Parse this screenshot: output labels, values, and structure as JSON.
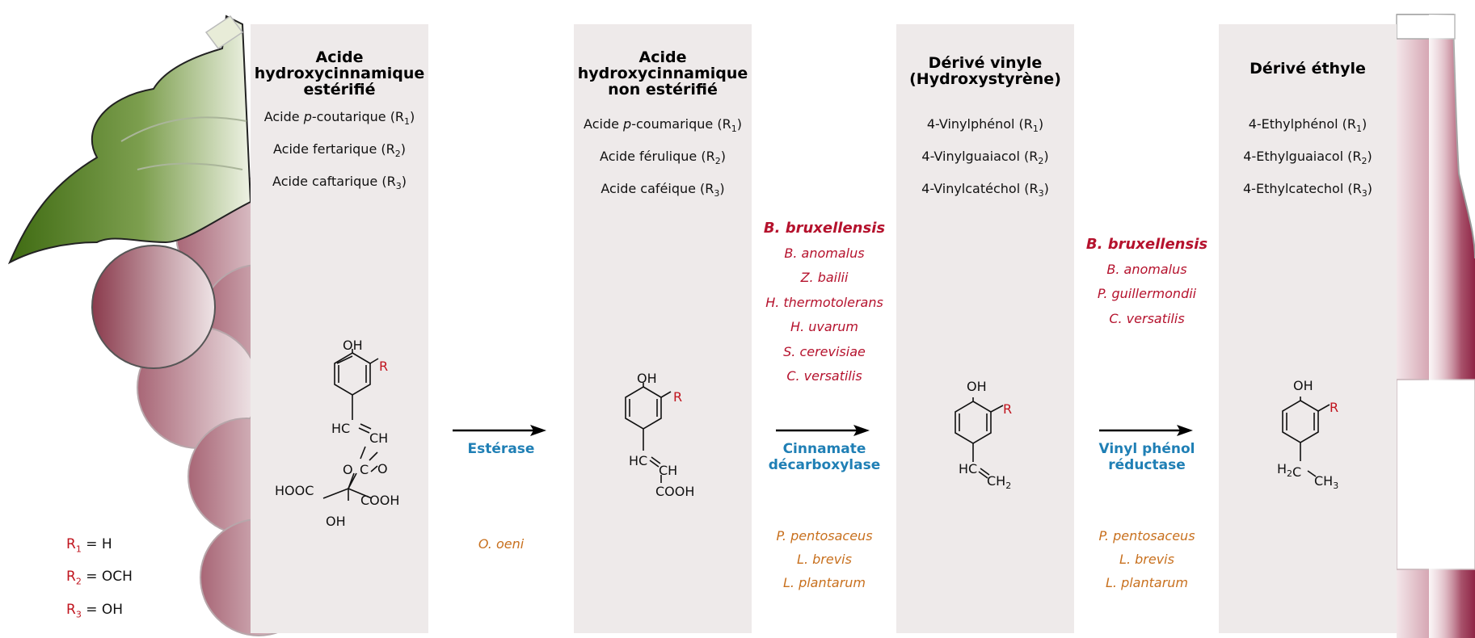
{
  "columns": [
    {
      "title_lines": [
        "Acide",
        "hydroxycinnamique",
        "estérifié"
      ],
      "compounds": [
        "Acide p-coutarique (R1)",
        "Acide fertarique (R2)",
        "Acide caftarique (R3)"
      ]
    },
    {
      "title_lines": [
        "Acide",
        "hydroxycinnamique",
        "non estérifié"
      ],
      "compounds": [
        "Acide p-coumarique (R1)",
        "Acide férulique (R2)",
        "Acide caféique (R3)"
      ]
    },
    {
      "title_lines": [
        "Dérivé vinyle",
        "(Hydroxystyrène)"
      ],
      "compounds": [
        "4-Vinylphénol (R1)",
        "4-Vinylguaiacol (R2)",
        "4-Vinylcatéchol (R3)"
      ]
    },
    {
      "title_lines": [
        "Dérivé éthyle"
      ],
      "compounds": [
        "4-Ethylphénol (R1)",
        "4-Ethylguaiacol (R2)",
        "4-Ethylcatechol (R3)"
      ]
    }
  ],
  "steps": [
    {
      "enzyme_lines": [
        "Estérase"
      ],
      "yeasts": [],
      "bacteria": [
        "O. oeni"
      ]
    },
    {
      "enzyme_lines": [
        "Cinnamate",
        "décarboxylase"
      ],
      "yeasts": [
        "B. bruxellensis",
        "B. anomalus",
        "Z. bailii",
        "H. thermotolerans",
        "H. uvarum",
        "S. cerevisiae",
        "C. versatilis"
      ],
      "bacteria": [
        "P. pentosaceus",
        "L. brevis",
        "L. plantarum"
      ]
    },
    {
      "enzyme_lines": [
        "Vinyl phénol",
        "réductase"
      ],
      "yeasts": [
        "B. bruxellensis",
        "B. anomalus",
        "P. guillermondii",
        "C. versatilis"
      ],
      "bacteria": [
        "P. pentosaceus",
        "L. brevis",
        "L. plantarum"
      ]
    }
  ],
  "r_definitions": [
    {
      "symbol": "R1",
      "value": "= H"
    },
    {
      "symbol": "R2",
      "value": "= OCH"
    },
    {
      "symbol": "R3",
      "value": "= OH"
    }
  ],
  "structures": {
    "hydroxyl": "OH",
    "substituent": "R",
    "ester_labels": {
      "hc": "HC",
      "ch": "CH",
      "o_link": "O",
      "c": "C",
      "o_dbl": "O",
      "hooc": "HOOC",
      "cooh": "COOH",
      "oh_low": "OH"
    },
    "acid_labels": {
      "hc": "HC",
      "ch": "CH",
      "cooh": "COOH"
    },
    "vinyl_labels": {
      "hc": "HC",
      "ch2": "CH2"
    },
    "ethyl_labels": {
      "h2c": "H2C",
      "ch3": "CH3"
    }
  },
  "colors": {
    "panel": "#eeeaea",
    "enzyme": "#1f7fb5",
    "yeast": "#b5122d",
    "bacteria": "#c8701e",
    "r_symbol": "#c0141e",
    "leaf": "#4f7a1a",
    "grape": "#8a3a4c",
    "wine": "#9c2a48"
  }
}
